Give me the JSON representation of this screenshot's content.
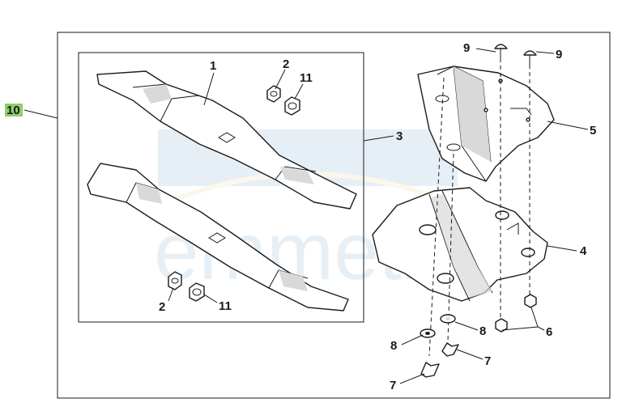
{
  "callouts": {
    "c1": "1",
    "c2a": "2",
    "c2b": "2",
    "c3": "3",
    "c4": "4",
    "c5": "5",
    "c6": "6",
    "c7a": "7",
    "c7b": "7",
    "c8a": "8",
    "c8b": "8",
    "c9a": "9",
    "c9b": "9",
    "c10": "10",
    "c11a": "11",
    "c11b": "11"
  },
  "colors": {
    "line": "#1a1a1a",
    "highlight": "#8fcf6a",
    "watermark": "#1f6fb0"
  },
  "watermark_text": "emmeti"
}
